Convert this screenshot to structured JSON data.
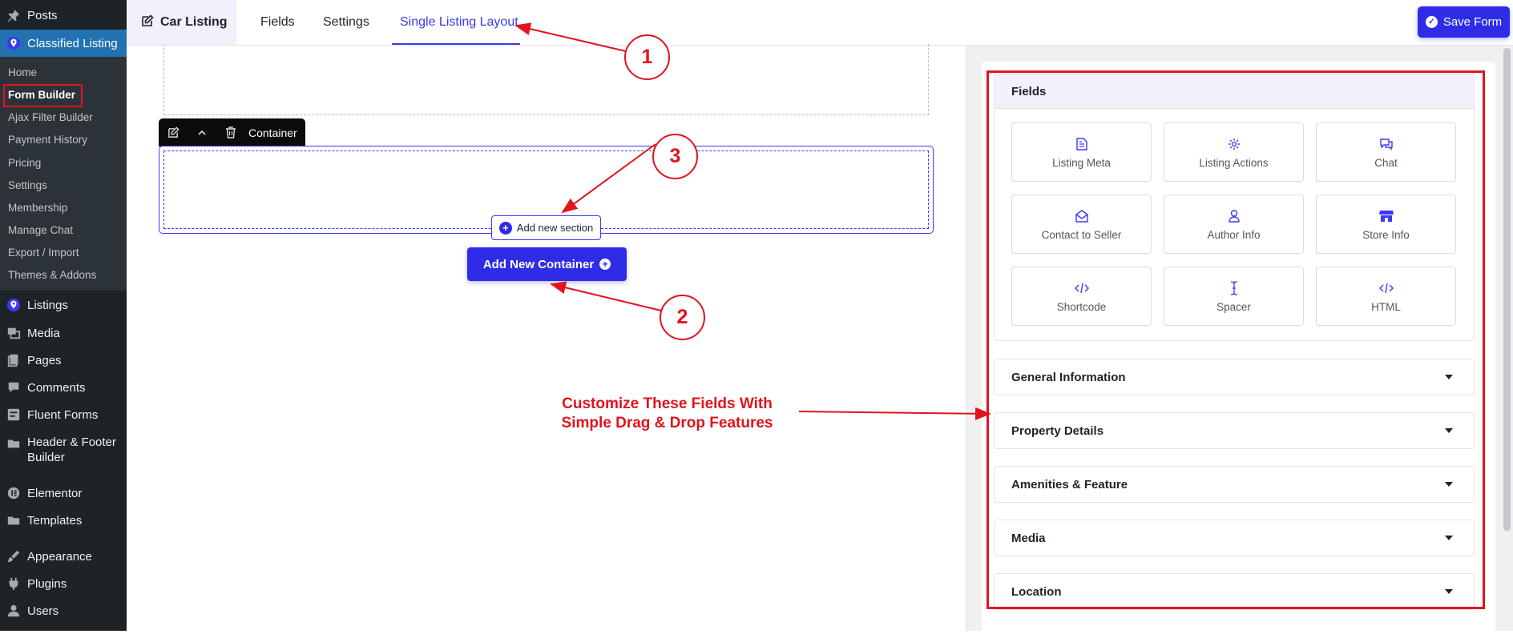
{
  "sidebar": {
    "top_items": [
      {
        "label": "Posts",
        "icon": "pin-icon"
      },
      {
        "label": "Classified Listing",
        "icon": "location-pin-icon",
        "active": true
      }
    ],
    "submenu": [
      {
        "label": "Home"
      },
      {
        "label": "Form Builder",
        "current": true
      },
      {
        "label": "Ajax Filter Builder"
      },
      {
        "label": "Payment History"
      },
      {
        "label": "Pricing"
      },
      {
        "label": "Settings"
      },
      {
        "label": "Membership"
      },
      {
        "label": "Manage Chat"
      },
      {
        "label": "Export / Import"
      },
      {
        "label": "Themes & Addons"
      }
    ],
    "bottom_items": [
      {
        "label": "Listings",
        "icon": "location-pin-icon"
      },
      {
        "label": "Media",
        "icon": "media-icon"
      },
      {
        "label": "Pages",
        "icon": "pages-icon"
      },
      {
        "label": "Comments",
        "icon": "comment-icon"
      },
      {
        "label": "Fluent Forms",
        "icon": "forms-icon"
      },
      {
        "label": "Header & Footer Builder",
        "icon": "folder-icon"
      },
      {
        "label": "Elementor",
        "icon": "elementor-icon"
      },
      {
        "label": "Templates",
        "icon": "folder-icon"
      },
      {
        "label": "Appearance",
        "icon": "brush-icon"
      },
      {
        "label": "Plugins",
        "icon": "plugin-icon"
      },
      {
        "label": "Users",
        "icon": "user-icon"
      }
    ]
  },
  "tabs": {
    "form_name": "Car Listing",
    "fields": "Fields",
    "settings": "Settings",
    "single_listing_layout": "Single Listing Layout"
  },
  "toolbar": {
    "save_label": "Save Form"
  },
  "canvas": {
    "container_label": "Container",
    "add_section_label": "Add new section",
    "add_container_label": "Add New Container"
  },
  "panel": {
    "fields_title": "Fields",
    "fields": [
      {
        "label": "Listing Meta",
        "icon": "document-icon"
      },
      {
        "label": "Listing Actions",
        "icon": "gear-icon"
      },
      {
        "label": "Chat",
        "icon": "chat-icon"
      },
      {
        "label": "Contact to Seller",
        "icon": "envelope-icon"
      },
      {
        "label": "Author Info",
        "icon": "user-icon"
      },
      {
        "label": "Store Info",
        "icon": "store-icon"
      },
      {
        "label": "Shortcode",
        "icon": "code-icon"
      },
      {
        "label": "Spacer",
        "icon": "text-cursor-icon"
      },
      {
        "label": "HTML",
        "icon": "code-icon"
      }
    ],
    "sections": [
      {
        "label": "General Information"
      },
      {
        "label": "Property Details"
      },
      {
        "label": "Amenities & Feature"
      },
      {
        "label": "Media"
      },
      {
        "label": "Location"
      }
    ]
  },
  "annotations": {
    "marker_1": "1",
    "marker_2": "2",
    "marker_3": "3",
    "callout_line1": "Customize These Fields With",
    "callout_line2": "Simple Drag & Drop Features"
  },
  "colors": {
    "accent": "#2f2ce7",
    "annotation_red": "#e0141e",
    "sidebar_bg": "#1d2327",
    "sidebar_active": "#2271b1"
  }
}
